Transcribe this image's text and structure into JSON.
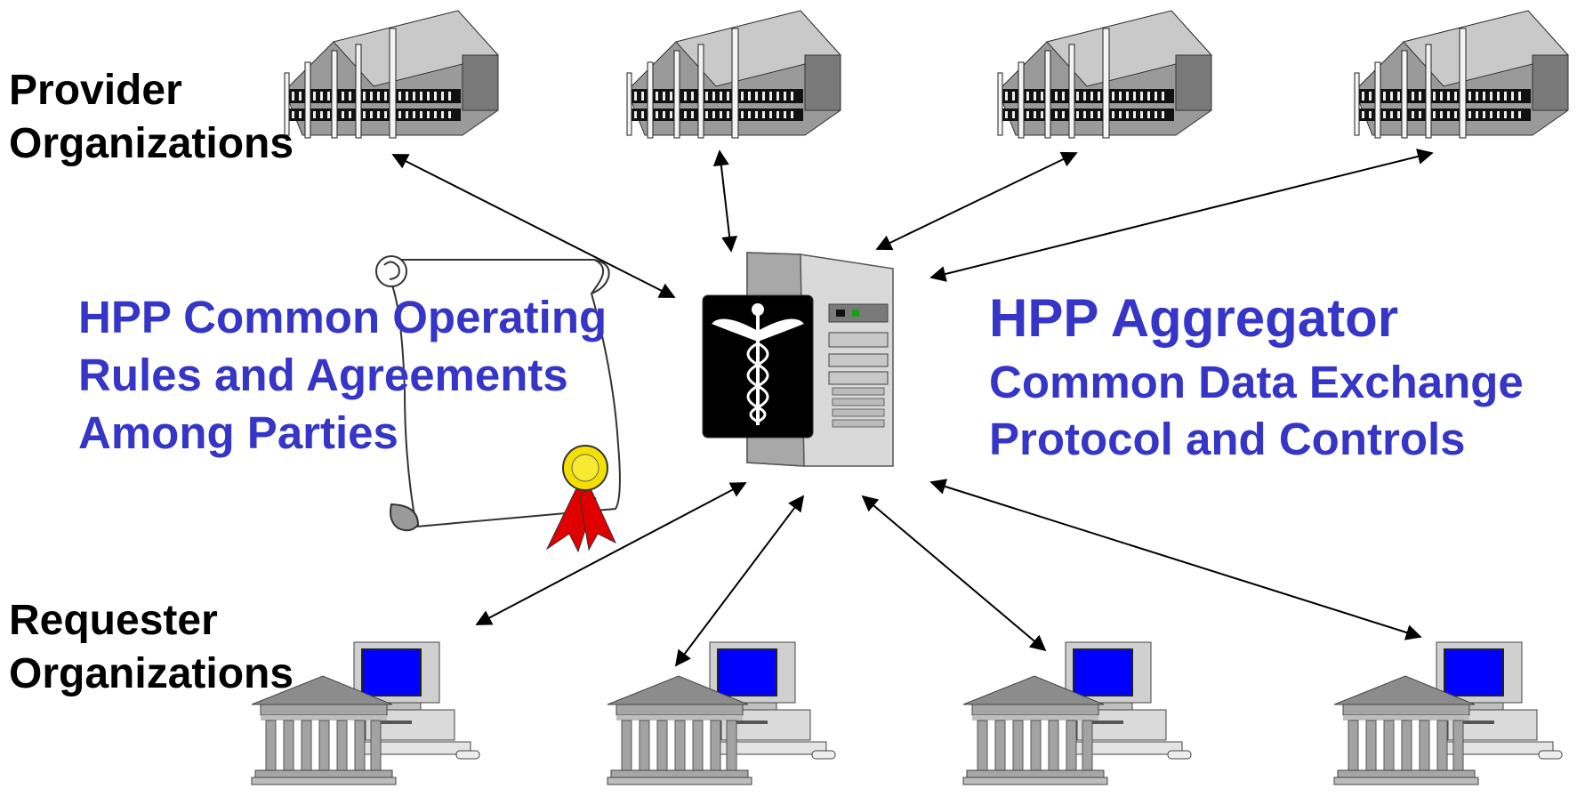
{
  "labels": {
    "provider": [
      "Provider",
      "Organizations"
    ],
    "requester": [
      "Requester",
      "Organizations"
    ],
    "rules": [
      "HPP Common Operating",
      "Rules and Agreements",
      "Among Parties"
    ],
    "aggregator_title": "HPP Aggregator",
    "aggregator_sub": [
      "Common Data Exchange",
      "Protocol and Controls"
    ]
  },
  "icons": {
    "provider": "office-building-icon",
    "requester": "bank-with-computer-icon",
    "hub": "server-tower-with-caduceus-icon",
    "document": "scroll-with-ribbon-seal-icon"
  },
  "colors": {
    "label_blue": "#3535C8",
    "text_black": "#000000",
    "monitor_screen": "#0000FF",
    "ribbon_red": "#E00000",
    "seal_gold": "#F2E000"
  }
}
